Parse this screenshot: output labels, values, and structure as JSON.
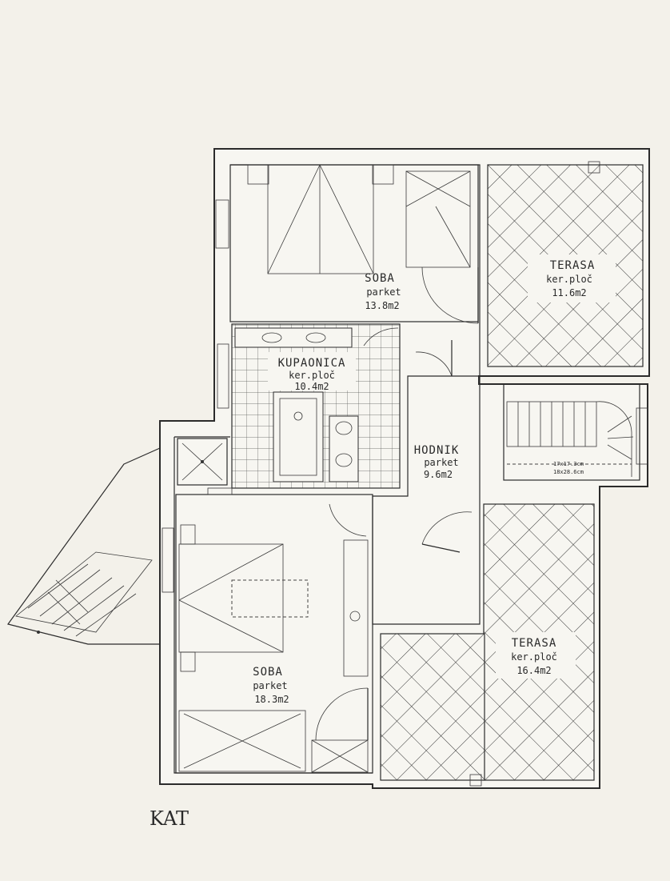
{
  "plan_title": "KAT",
  "rooms": {
    "soba_top": {
      "name": "SOBA",
      "floor": "parket",
      "area": "13.8m2"
    },
    "terasa_top": {
      "name": "TERASA",
      "floor": "ker.ploč",
      "area": "11.6m2"
    },
    "kupaonica": {
      "name": "KUPAONICA",
      "floor": "ker.ploč",
      "area": "10.4m2"
    },
    "hodnik": {
      "name": "HODNIK",
      "floor": "parket",
      "area": "9.6m2"
    },
    "soba_bottom": {
      "name": "SOBA",
      "floor": "parket",
      "area": "18.3m2"
    },
    "terasa_bottom": {
      "name": "TERASA",
      "floor": "ker.ploč",
      "area": "16.4m2"
    }
  },
  "stair_notes": {
    "line1": "17x17.3cm",
    "line2": "18x28.6cm"
  }
}
